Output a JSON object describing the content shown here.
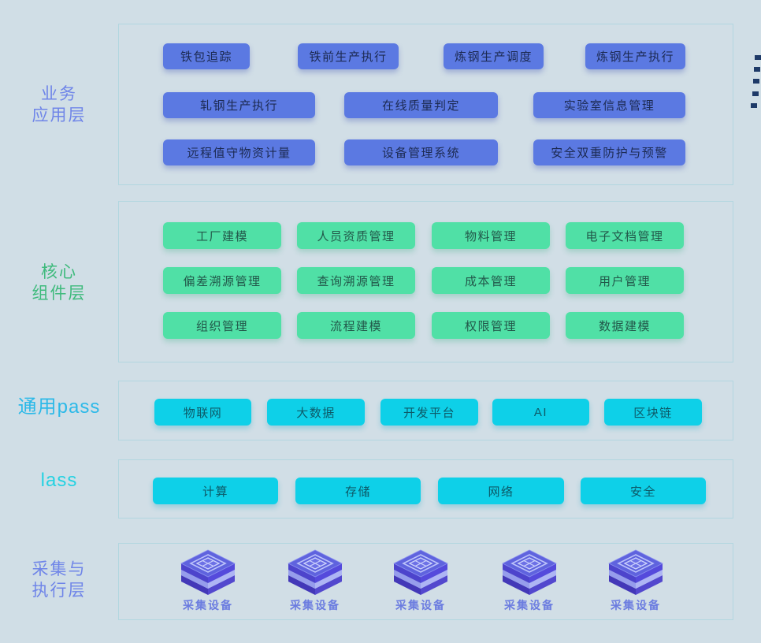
{
  "page": {
    "background_color": "#d0dee6",
    "panel_border_color": "#b2d6e0",
    "edge_dash_color": "#1e3a68"
  },
  "layers": [
    {
      "name": "业务应用层",
      "label_lines": [
        "业务",
        "应用层"
      ],
      "label_color": "#6f85e8",
      "button_color": "#5b79e2",
      "rows": [
        [
          "铁包追踪",
          "铁前生产执行",
          "炼钢生产调度",
          "炼钢生产执行"
        ],
        [
          "轧钢生产执行",
          "在线质量判定",
          "实验室信息管理"
        ],
        [
          "远程值守物资计量",
          "设备管理系统",
          "安全双重防护与预警"
        ]
      ]
    },
    {
      "name": "核心组件层",
      "label_lines": [
        "核心",
        "组件层"
      ],
      "label_color": "#3eba7c",
      "button_color": "#50e0a6",
      "rows": [
        [
          "工厂建模",
          "人员资质管理",
          "物料管理",
          "电子文档管理"
        ],
        [
          "偏差溯源管理",
          "查询溯源管理",
          "成本管理",
          "用户管理"
        ],
        [
          "组织管理",
          "流程建模",
          "权限管理",
          "数据建模"
        ]
      ]
    },
    {
      "name": "通用pass",
      "label_lines": [
        "通用pass"
      ],
      "label_color": "#2cb9e8",
      "button_color": "#0ed0e8",
      "rows": [
        [
          "物联网",
          "大数据",
          "开发平台",
          "AI",
          "区块链"
        ]
      ]
    },
    {
      "name": "lass",
      "label_lines": [
        "lass"
      ],
      "label_color": "#25d2e2",
      "button_color": "#0ed0e8",
      "rows": [
        [
          "计算",
          "存储",
          "网络",
          "安全"
        ]
      ]
    },
    {
      "name": "采集与执行层",
      "label_lines": [
        "采集与",
        "执行层"
      ],
      "label_color": "#6f85e8",
      "device_label_color": "#6b7ce0",
      "devices": [
        "采集设备",
        "采集设备",
        "采集设备",
        "采集设备",
        "采集设备"
      ]
    }
  ]
}
